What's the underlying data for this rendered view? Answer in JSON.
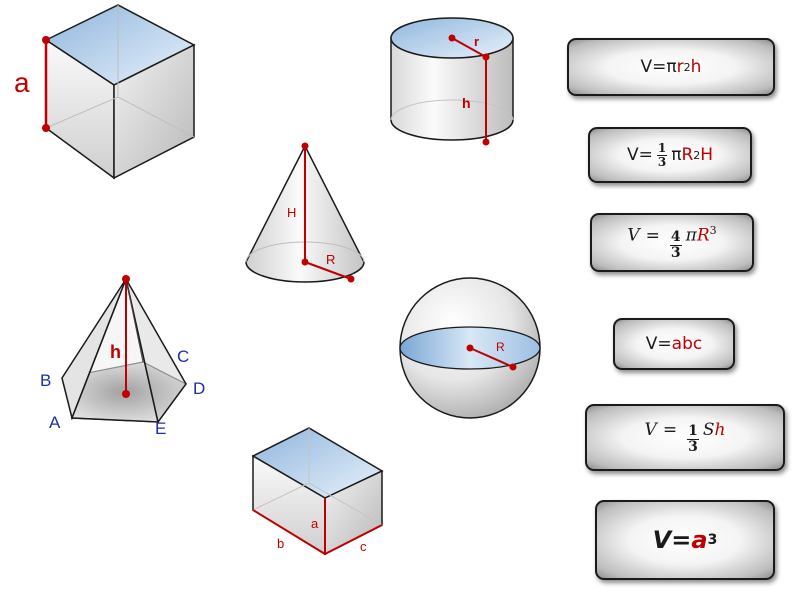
{
  "colors": {
    "highlight": "#c00000",
    "vertex_label": "#1f2f9c",
    "edge": "#1a1a1a",
    "face_top": "#bcd6ee"
  },
  "labels": {
    "cube_edge": "a",
    "cylinder_radius": "r",
    "cylinder_height": "h",
    "cone_height": "H",
    "cone_radius": "R",
    "pyramid_height": "h",
    "pyramid_vertices": [
      "B",
      "C",
      "D",
      "A",
      "E"
    ],
    "sphere_radius": "R",
    "box_a": "a",
    "box_b": "b",
    "box_c": "c"
  },
  "formulas": {
    "cylinder": {
      "lhs": "V=π",
      "r": "r",
      "sup": "2",
      "h": "h"
    },
    "cone": {
      "lhs": "V=",
      "num": "1",
      "den": "3",
      "pi": " π",
      "R": "R",
      "sup": "2",
      "H": "H"
    },
    "sphere": {
      "V": "V",
      "eq": "=",
      "num": "4",
      "den": "3",
      "pi": "π",
      "R": "R",
      "sup": "3"
    },
    "box": {
      "lhs": "V=",
      "rhs": "abc"
    },
    "pyramid": {
      "V": "V",
      "eq": "=",
      "num": "1",
      "den": "3",
      "S": "S",
      "h": "h"
    },
    "cube": {
      "lhs": "V=",
      "a": "a",
      "sup": "3"
    }
  }
}
